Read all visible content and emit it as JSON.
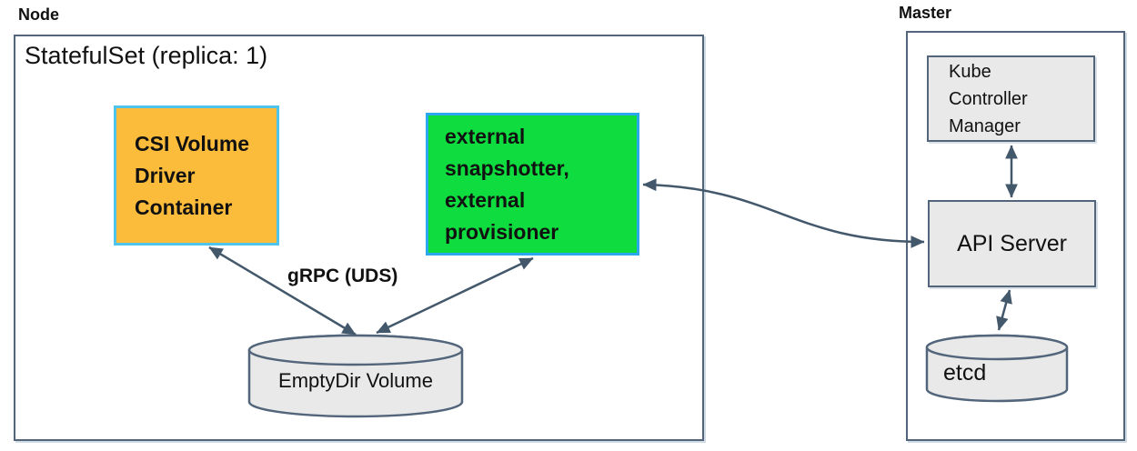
{
  "node": {
    "label": "Node",
    "statefulset_title": "StatefulSet (replica: 1)",
    "csi_text": "CSI Volume Driver Container",
    "sidecars_text": "external snapshotter, external provisioner",
    "grpc_label": "gRPC (UDS)",
    "emptydir_label": "EmptyDir Volume"
  },
  "master": {
    "label": "Master",
    "kcm_text": "Kube Controller Manager",
    "api_text": "API Server",
    "etcd_text": "etcd"
  },
  "colors": {
    "csi-fill": "#FBBB3B",
    "csi-border": "#4FC3EA",
    "sidecar-fill": "#0FDC3F",
    "sidecar-border": "#2BA7EE",
    "cylinder-fill": "#E9E9E9",
    "box-fill": "#E9E9E9",
    "outline": "#52657A",
    "arrow": "#44586C",
    "text": "#111111"
  }
}
